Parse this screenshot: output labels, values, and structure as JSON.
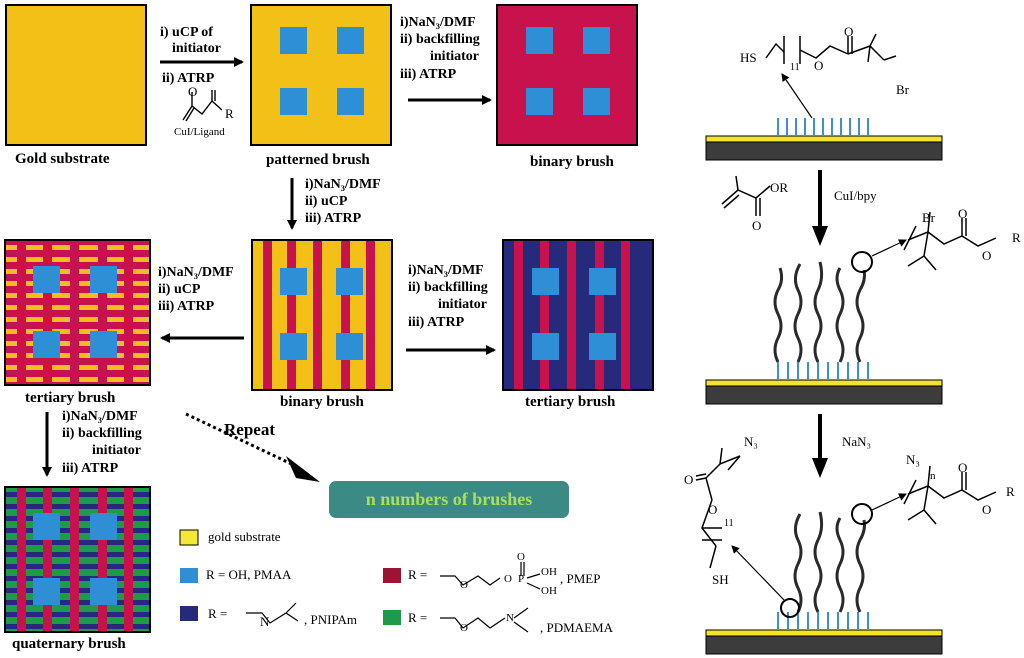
{
  "colors": {
    "gold": "#f2c017",
    "pmaa": "#2f8fd6",
    "pmep": "#c8124e",
    "pnipam": "#262a7a",
    "pdmaema": "#1f9a48",
    "repeat_box": "#3b8a86",
    "repeat_text": "#a8e05a"
  },
  "labels": {
    "gold_substrate": "Gold substrate",
    "patterned_brush": "patterned brush",
    "binary_brush_top": "binary brush",
    "binary_brush_mid": "binary brush",
    "tertiary_brush_left": "tertiary brush",
    "tertiary_brush_right": "tertiary brush",
    "quaternary_brush": "quaternary brush",
    "repeat": "Repeat",
    "n_brushes": "n numbers of brushes"
  },
  "steps": {
    "a1": "i) uCP of",
    "a2": "initiator",
    "a3": "ii) ATRP",
    "a_cat": "CuI/Ligand",
    "b1": "i)NaN₃/DMF",
    "b2": "ii) backfilling",
    "b3": "initiator",
    "b4": "iii) ATRP",
    "c1": "i)NaN₃/DMF",
    "c2": "ii) uCP",
    "c3": "iii) ATRP",
    "d1": "i)NaN₃/DMF",
    "d2": "ii) uCP",
    "d3": "iii) ATRP",
    "e1": "i)NaN₃/DMF",
    "e2": "ii) backfilling",
    "e3": "initiator",
    "e4": "iii) ATRP",
    "f1": "i)NaN₃/DMF",
    "f2": "ii) backfilling",
    "f3": "initiator",
    "f4": "iii) ATRP"
  },
  "legend": {
    "gold": "gold substrate",
    "pmaa": "R = OH, PMAA",
    "pnipam_r": "R =",
    "pnipam_name": ", PNIPAm",
    "pmep_r": "R =",
    "pmep_name": ", PMEP",
    "pdmaema_r": "R =",
    "pdmaema_name": ", PDMAEMA"
  },
  "chem": {
    "hs": "HS",
    "n11": "11",
    "o": "O",
    "br": "Br",
    "r": "R",
    "or": "OR",
    "cu_bpy": "CuI/bpy",
    "nan3": "NaN₃",
    "n3": "N₃",
    "sh": "SH",
    "n": "n",
    "n_atom": "N",
    "oh": "OH",
    "p": "P"
  }
}
